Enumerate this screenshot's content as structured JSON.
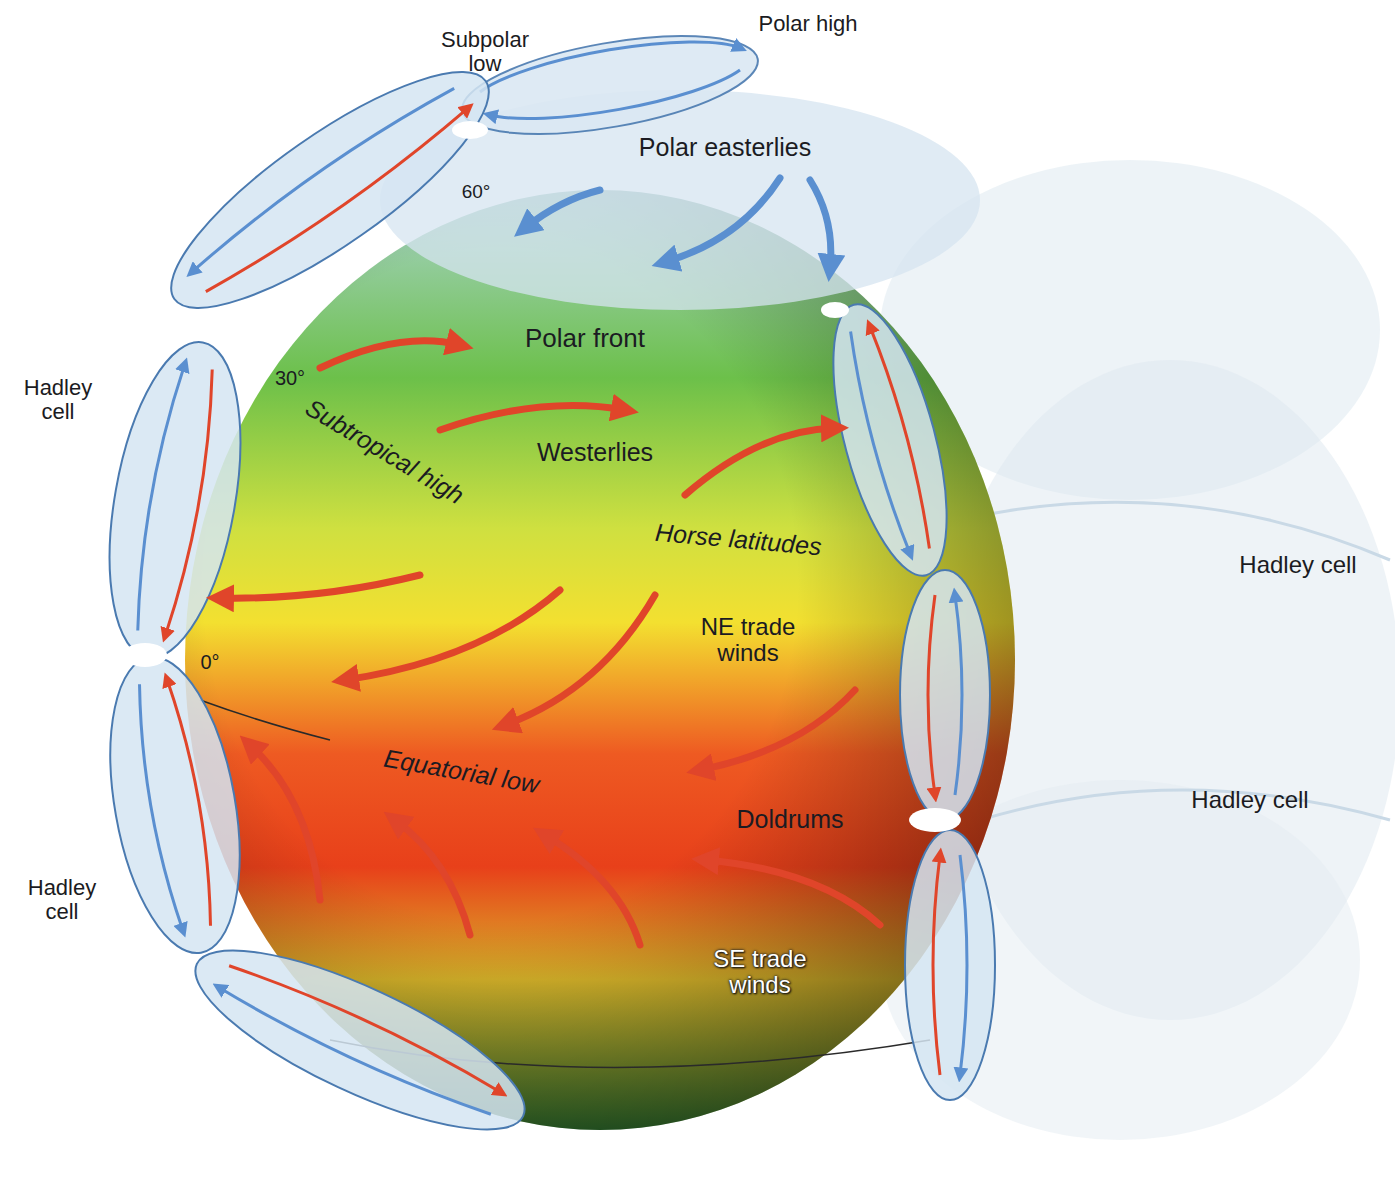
{
  "diagram": {
    "labels": [
      "Subpolar low",
      "Polar high",
      "Polar easterlies",
      "60°",
      "Polar front",
      "30°",
      "Hadley cell",
      "Subtropical high",
      "Westerlies",
      "Horse latitudes",
      "Hadley cell",
      "NE trade winds",
      "0°",
      "Equatorial low",
      "Doldrums",
      "Hadley cell",
      "Hadley cell",
      "SE trade winds"
    ]
  }
}
